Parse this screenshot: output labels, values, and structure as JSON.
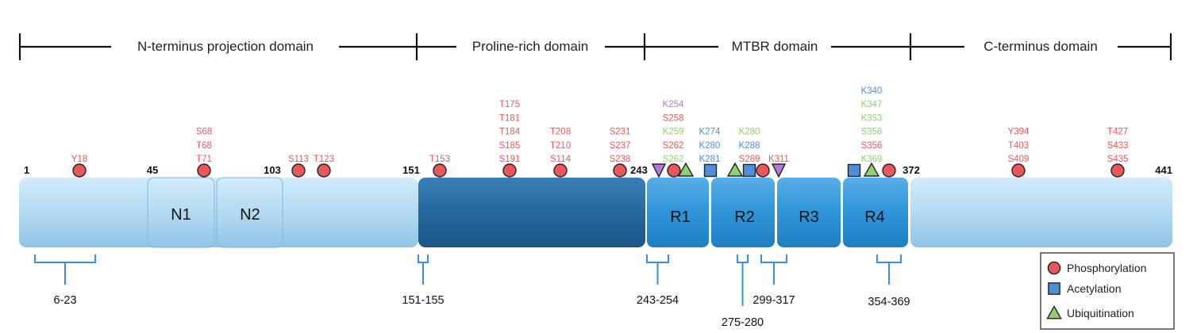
{
  "colors": {
    "phosphorylation": "#e8585b",
    "acetylation": "#4f8fd6",
    "ubiquitination": "#8fd16e",
    "other_ptm": "#b57ad8",
    "light_box": "#b4daf1",
    "dark_box": "#24689e",
    "repeat_box": "#2e95d8",
    "bracket": "#3f8fd6"
  },
  "domains": [
    {
      "label": "N-terminus projection domain"
    },
    {
      "label": "Proline-rich domain"
    },
    {
      "label": "MTBR domain"
    },
    {
      "label": "C-terminus domain"
    }
  ],
  "positions": [
    "1",
    "45",
    "103",
    "151",
    "243",
    "372",
    "441"
  ],
  "segments": [
    "N1",
    "N2",
    "R1",
    "R2",
    "R3",
    "R4"
  ],
  "site_groups": [
    {
      "lines": [
        {
          "t": "Y18",
          "k": "phos"
        }
      ]
    },
    {
      "lines": [
        {
          "t": "S68",
          "k": "phos"
        },
        {
          "t": "T68",
          "k": "phos"
        },
        {
          "t": "T71",
          "k": "phos"
        }
      ]
    },
    {
      "lines": [
        {
          "t": "S113",
          "k": "phos"
        }
      ]
    },
    {
      "lines": [
        {
          "t": "T123",
          "k": "phos"
        }
      ]
    },
    {
      "lines": [
        {
          "t": "T153",
          "k": "phos"
        }
      ]
    },
    {
      "lines": [
        {
          "t": "T175",
          "k": "phos"
        },
        {
          "t": "T181",
          "k": "phos"
        },
        {
          "t": "T184",
          "k": "phos"
        },
        {
          "t": "S185",
          "k": "phos"
        },
        {
          "t": "S191",
          "k": "phos"
        }
      ]
    },
    {
      "lines": [
        {
          "t": "T208",
          "k": "phos"
        },
        {
          "t": "T210",
          "k": "phos"
        },
        {
          "t": "S114",
          "k": "phos"
        }
      ]
    },
    {
      "lines": [
        {
          "t": "S231",
          "k": "phos"
        },
        {
          "t": "S237",
          "k": "phos"
        },
        {
          "t": "S238",
          "k": "phos"
        }
      ]
    },
    {
      "lines": [
        {
          "t": "K254",
          "k": "other"
        },
        {
          "t": "S258",
          "k": "phos"
        },
        {
          "t": "K259",
          "k": "ubiq"
        },
        {
          "t": "S262",
          "k": "phos"
        },
        {
          "t": "S262",
          "k": "ubiq"
        }
      ]
    },
    {
      "lines": [
        {
          "t": "K274",
          "k": "acet"
        },
        {
          "t": "K280",
          "k": "acet"
        },
        {
          "t": "K281",
          "k": "acet"
        }
      ]
    },
    {
      "lines": [
        {
          "t": "K280",
          "k": "ubiq"
        },
        {
          "t": "K288",
          "k": "acet"
        },
        {
          "t": "S289",
          "k": "phos"
        }
      ]
    },
    {
      "lines": [
        {
          "t": "K311",
          "k": "phos"
        }
      ]
    },
    {
      "lines": [
        {
          "t": "K340",
          "k": "acet"
        },
        {
          "t": "K347",
          "k": "ubiq"
        },
        {
          "t": "K353",
          "k": "ubiq"
        },
        {
          "t": "S356",
          "k": "ubiq"
        },
        {
          "t": "S356",
          "k": "phos"
        },
        {
          "t": "K369",
          "k": "ubiq"
        }
      ]
    },
    {
      "lines": [
        {
          "t": "Y394",
          "k": "phos"
        },
        {
          "t": "T403",
          "k": "phos"
        },
        {
          "t": "S409",
          "k": "phos"
        }
      ]
    },
    {
      "lines": [
        {
          "t": "T427",
          "k": "phos"
        },
        {
          "t": "S433",
          "k": "phos"
        },
        {
          "t": "S435",
          "k": "phos"
        }
      ]
    }
  ],
  "markers": [
    {
      "k": "phos"
    },
    {
      "k": "phos"
    },
    {
      "k": "phos"
    },
    {
      "k": "phos"
    },
    {
      "k": "phos"
    },
    {
      "k": "phos"
    },
    {
      "k": "phos"
    },
    {
      "k": "phos"
    },
    {
      "k": "other"
    },
    {
      "k": "phos"
    },
    {
      "k": "ubiq"
    },
    {
      "k": "acet"
    },
    {
      "k": "ubiq"
    },
    {
      "k": "acet"
    },
    {
      "k": "phos"
    },
    {
      "k": "other"
    },
    {
      "k": "acet"
    },
    {
      "k": "ubiq"
    },
    {
      "k": "phos"
    },
    {
      "k": "phos"
    },
    {
      "k": "phos"
    }
  ],
  "ranges": [
    {
      "label": "6-23"
    },
    {
      "label": "151-155"
    },
    {
      "label": "243-254"
    },
    {
      "label": "275-280"
    },
    {
      "label": "299-317"
    },
    {
      "label": "354-369"
    }
  ],
  "legend": [
    {
      "label": "Phosphorylation",
      "k": "phos"
    },
    {
      "label": "Acetylation",
      "k": "acet"
    },
    {
      "label": "Ubiquitination",
      "k": "ubiq"
    }
  ]
}
